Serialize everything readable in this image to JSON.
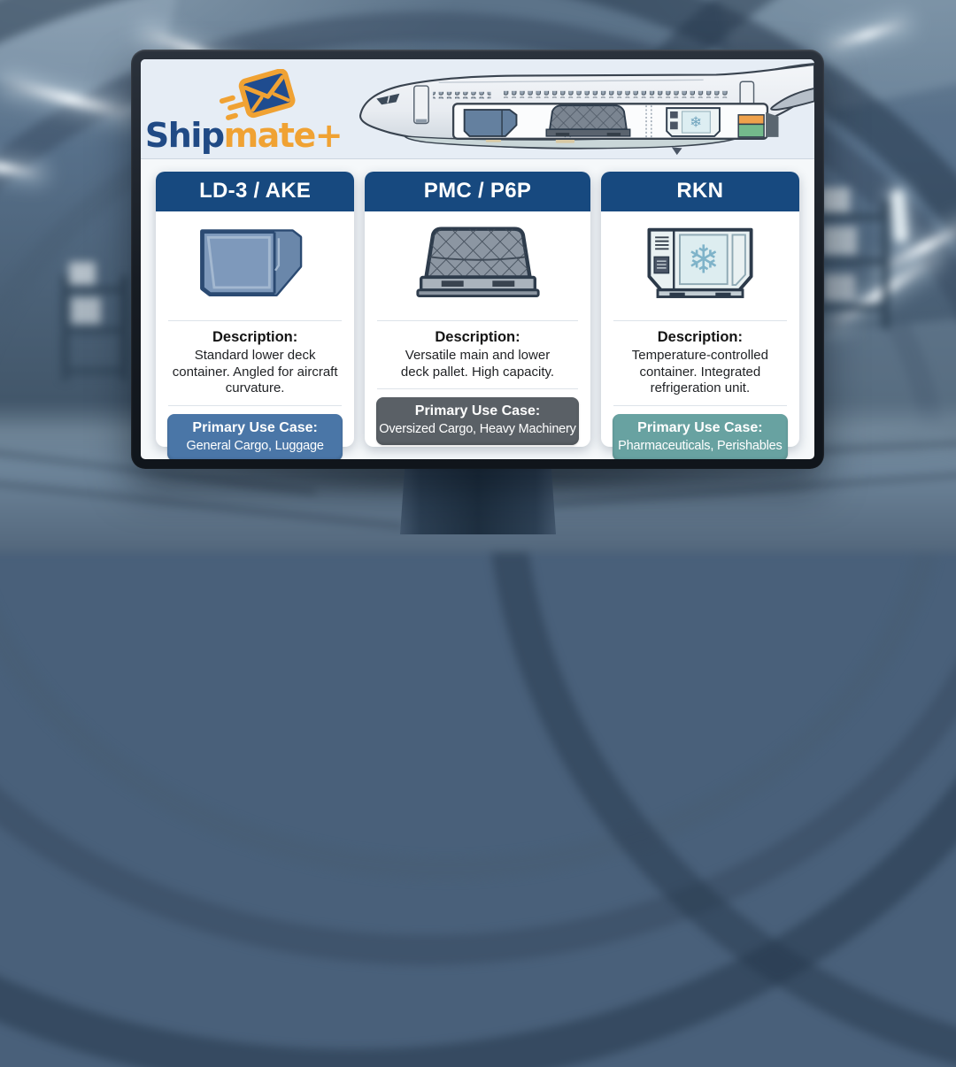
{
  "brand": {
    "logo_part1": "Ship",
    "logo_part2": "mate+",
    "logo_icon": "speeding-envelope-icon"
  },
  "header_illustration": {
    "icon": "aircraft-cargo-cutaway-illustration",
    "snowflake_glyph": "❄"
  },
  "colors": {
    "card_header_bg": "#17497f",
    "logo_navy": "#204a85",
    "logo_orange": "#f0a233",
    "screen_header_bg": "#e6edf5"
  },
  "cards": [
    {
      "title": "LD-3 / AKE",
      "icon": "ld3-container-icon",
      "description_label": "Description:",
      "description": "Standard lower deck container. Angled for aircraft curvature.",
      "use_case_label": "Primary Use Case:",
      "use_case": "General Cargo, Luggage",
      "accent": "#4a76a7"
    },
    {
      "title": "PMC / P6P",
      "icon": "cargo-pallet-net-icon",
      "description_label": "Description:",
      "description": "Versatile main and lower deck pallet. High capacity.",
      "use_case_label": "Primary Use Case:",
      "use_case": "Oversized Cargo, Heavy Machinery",
      "accent": "#5a6066"
    },
    {
      "title": "RKN",
      "icon": "refrigerated-container-icon",
      "description_label": "Description:",
      "description": "Temperature-controlled container. Integrated refrigeration unit.",
      "use_case_label": "Primary Use Case:",
      "use_case": "Pharmaceuticals, Perishables",
      "accent": "#68a2a1",
      "snowflake_glyph": "❄"
    }
  ]
}
